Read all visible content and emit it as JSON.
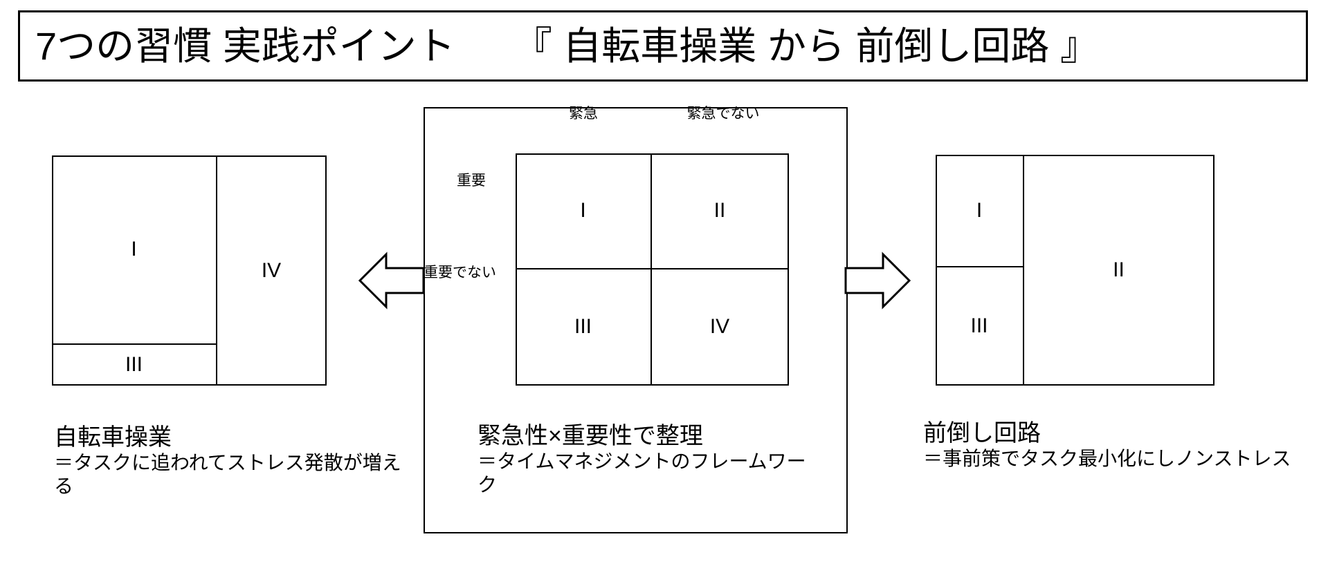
{
  "slide": {
    "title": "7つの習慣 実践ポイント　　『 自転車操業 から 前倒し回路 』",
    "background_color": "#ffffff",
    "line_color": "#000000"
  },
  "left_diagram": {
    "name": "自転車操業",
    "cells": [
      {
        "label": "I",
        "position": "top-left"
      },
      {
        "label": "III",
        "position": "bottom-left"
      },
      {
        "label": "IV",
        "position": "right-full"
      }
    ],
    "caption_title": "自転車操業",
    "caption_sub": "＝タスクに追われてストレス発散が増える"
  },
  "center_panel": {
    "column_headers": [
      "緊急",
      "緊急でない"
    ],
    "row_headers": [
      "重要",
      "重要でない"
    ],
    "cells": [
      {
        "label": "I",
        "row": "重要",
        "column": "緊急"
      },
      {
        "label": "II",
        "row": "重要",
        "column": "緊急でない"
      },
      {
        "label": "III",
        "row": "重要でない",
        "column": "緊急"
      },
      {
        "label": "IV",
        "row": "重要でない",
        "column": "緊急でない"
      }
    ],
    "caption_title": "緊急性×重要性で整理",
    "caption_sub": "＝タイムマネジメントのフレームワーク"
  },
  "right_diagram": {
    "name": "前倒し回路",
    "cells": [
      {
        "label": "I",
        "position": "top-left"
      },
      {
        "label": "III",
        "position": "bottom-left"
      },
      {
        "label": "II",
        "position": "right-full"
      }
    ],
    "caption_title": "前倒し回路",
    "caption_sub": "＝事前策でタスク最小化にしノンストレス"
  },
  "arrows": {
    "left": {
      "icon": "arrow-left-icon",
      "direction": "left"
    },
    "right": {
      "icon": "arrow-right-icon",
      "direction": "right"
    }
  }
}
